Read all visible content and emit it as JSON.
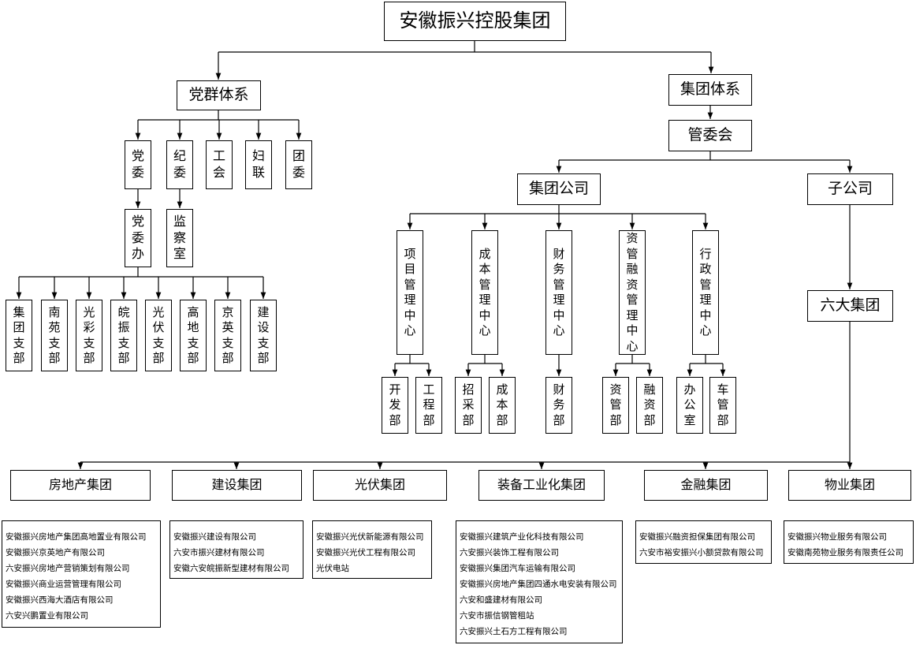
{
  "root": "安徽振兴控股集团",
  "party": {
    "title": "党群体系",
    "units": [
      "党委",
      "纪委",
      "工会",
      "妇联",
      "团委"
    ],
    "party_office": "党委办",
    "supervision_office": "监察室",
    "branches": [
      "集团支部",
      "南苑支部",
      "光彩支部",
      "皖振支部",
      "光伏支部",
      "高地支部",
      "京英支部",
      "建设支部"
    ]
  },
  "group": {
    "title": "集团体系",
    "committee": "管委会",
    "company": {
      "title": "集团公司",
      "centers": [
        {
          "name": "项目管理中心",
          "depts": [
            "开发部",
            "工程部"
          ]
        },
        {
          "name": "成本管理中心",
          "depts": [
            "招采部",
            "成本部"
          ]
        },
        {
          "name": "财务管理中心",
          "depts": [
            "财务部"
          ]
        },
        {
          "name": "资管融资管理中心",
          "depts": [
            "资管部",
            "融资部"
          ]
        },
        {
          "name": "行政管理中心",
          "depts": [
            "办公室",
            "车管部"
          ]
        }
      ]
    },
    "subsidiary": {
      "title": "子公司",
      "six": "六大集团"
    }
  },
  "groups": [
    {
      "name": "房地产集团",
      "companies": [
        "安徽振兴房地产集团高地置业有限公司",
        "安徽振兴京英地产有限公司",
        "六安振兴房地产营销策划有限公司",
        "安徽振兴商业运营管理有限公司",
        "安徽振兴西海大酒店有限公司",
        "六安兴鹏置业有限公司"
      ]
    },
    {
      "name": "建设集团",
      "companies": [
        "安徽振兴建设有限公司",
        "六安市振兴建材有限公司",
        "安徽六安皖振新型建材有限公司"
      ]
    },
    {
      "name": "光伏集团",
      "companies": [
        "安徽振兴光伏新能源有限公司",
        "安徽振兴光伏工程有限公司",
        "光伏电站"
      ]
    },
    {
      "name": "装备工业化集团",
      "companies": [
        "安徽振兴建筑产业化科技有限公司",
        "六安振兴装饰工程有限公司",
        "安徽振兴集团汽车运输有限公司",
        "安徽振兴房地产集团四通水电安装有限公司",
        "六安和盛建材有限公司",
        "六安市振信钢管租站",
        "六安振兴土石方工程有限公司"
      ]
    },
    {
      "name": "金融集团",
      "companies": [
        "安徽振兴融资担保集团有限公司",
        "六安市裕安振兴小额贷款有限公司"
      ]
    },
    {
      "name": "物业集团",
      "companies": [
        "安徽振兴物业服务有限公司",
        "安徽南苑物业服务有限责任公司"
      ]
    }
  ]
}
